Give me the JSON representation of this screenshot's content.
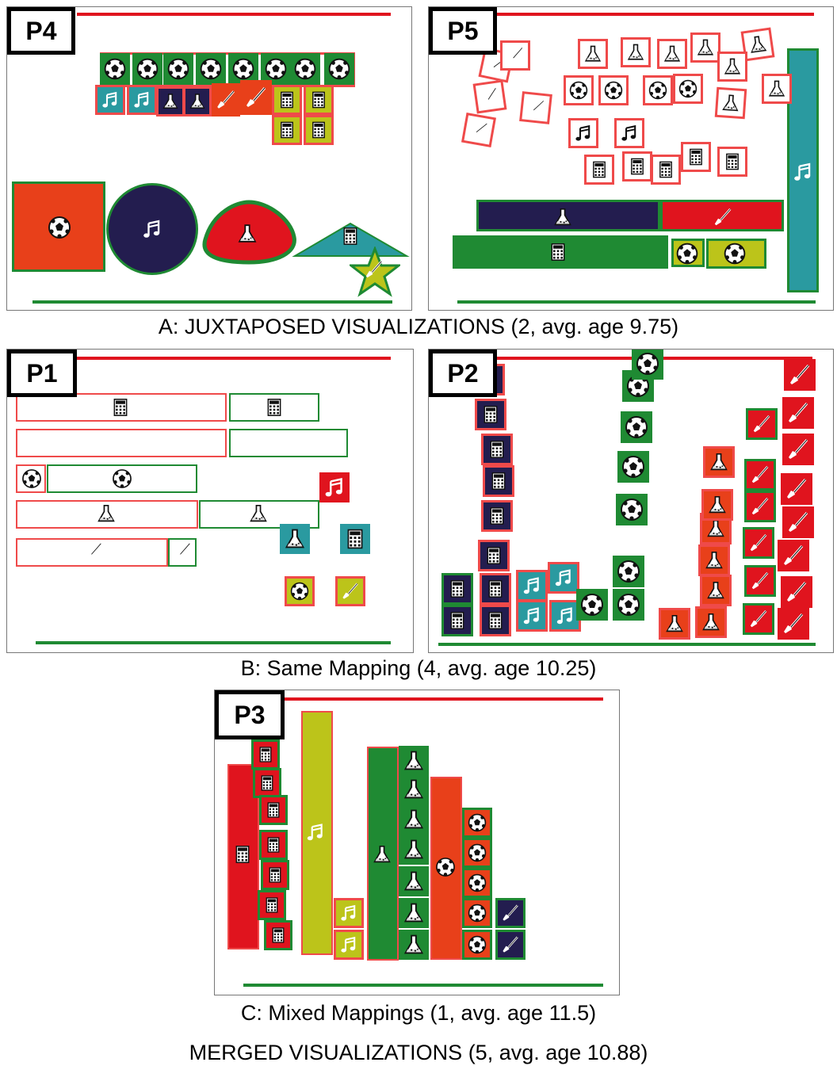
{
  "panels": {
    "p4": {
      "label": "P4"
    },
    "p5": {
      "label": "P5"
    },
    "p1": {
      "label": "P1"
    },
    "p2": {
      "label": "P2"
    },
    "p3": {
      "label": "P3"
    }
  },
  "captions": {
    "a": "A: JUXTAPOSED VISUALIZATIONS (2, avg. age 9.75)",
    "b": "B: Same Mapping (4, avg. age 10.25)",
    "c": "C: Mixed Mappings (1, avg. age 11.5)",
    "merged": "MERGED VISUALIZATIONS (5, avg. age 10.88)"
  },
  "colors": {
    "red": "#e0141e",
    "orange": "#e8401a",
    "navy": "#231d4f",
    "teal": "#2a9aa0",
    "green": "#1f8a33",
    "olive": "#bcc41a",
    "border_red": "#ef4a4a",
    "border_green": "#1f8a33"
  },
  "icons": [
    "soccer-ball-icon",
    "music-note-icon",
    "flask-icon",
    "paintbrush-icon",
    "calculator-icon",
    "star-icon"
  ]
}
